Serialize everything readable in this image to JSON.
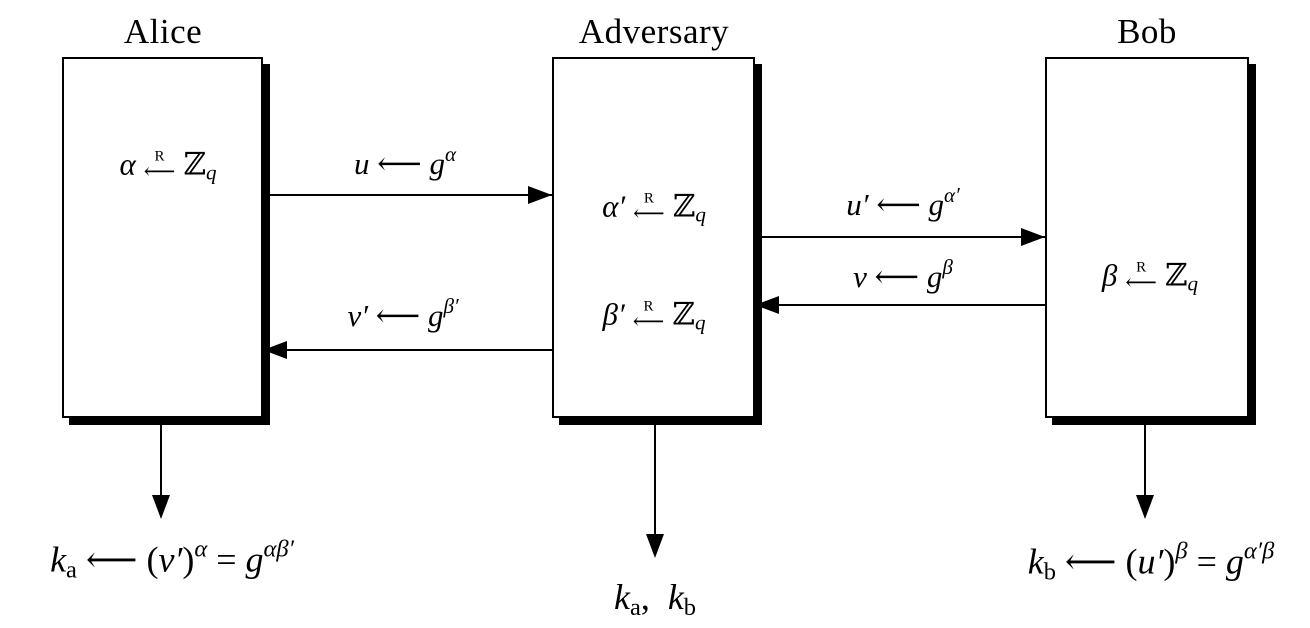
{
  "colors": {
    "ink": "#000000",
    "background": "#ffffff"
  },
  "boxes": {
    "alice": {
      "title": "Alice",
      "line1": [
        {
          "s": "i",
          "t": "α"
        },
        {
          "s": "rnd",
          "r": "R",
          "a": "⟵"
        },
        {
          "s": "bb",
          "t": "ℤ"
        },
        {
          "s": "sub",
          "t": "q"
        }
      ]
    },
    "adversary": {
      "title": "Adversary",
      "line1": [
        {
          "s": "i",
          "t": "α′"
        },
        {
          "s": "rnd",
          "r": "R",
          "a": "⟵"
        },
        {
          "s": "bb",
          "t": "ℤ"
        },
        {
          "s": "sub",
          "t": "q"
        }
      ],
      "line2": [
        {
          "s": "i",
          "t": "β′"
        },
        {
          "s": "rnd",
          "r": "R",
          "a": "⟵"
        },
        {
          "s": "bb",
          "t": "ℤ"
        },
        {
          "s": "sub",
          "t": "q"
        }
      ]
    },
    "bob": {
      "title": "Bob",
      "line1": [
        {
          "s": "i",
          "t": "β"
        },
        {
          "s": "rnd",
          "r": "R",
          "a": "⟵"
        },
        {
          "s": "bb",
          "t": "ℤ"
        },
        {
          "s": "sub",
          "t": "q"
        }
      ]
    }
  },
  "messages": {
    "alice_to_adversary": {
      "direction": "right",
      "label": [
        {
          "s": "i",
          "t": "u"
        },
        {
          "s": "n",
          "t": " ⟵ "
        },
        {
          "s": "i",
          "t": "g"
        },
        {
          "s": "sup",
          "t": "α"
        }
      ]
    },
    "adversary_to_alice": {
      "direction": "left",
      "label": [
        {
          "s": "i",
          "t": "v′"
        },
        {
          "s": "n",
          "t": " ⟵ "
        },
        {
          "s": "i",
          "t": "g"
        },
        {
          "s": "sup",
          "t": "β′"
        }
      ]
    },
    "adversary_to_bob": {
      "direction": "right",
      "label": [
        {
          "s": "i",
          "t": "u′"
        },
        {
          "s": "n",
          "t": " ⟵ "
        },
        {
          "s": "i",
          "t": "g"
        },
        {
          "s": "sup",
          "t": "α′"
        }
      ]
    },
    "bob_to_adversary": {
      "direction": "left",
      "label": [
        {
          "s": "i",
          "t": "v"
        },
        {
          "s": "n",
          "t": " ⟵ "
        },
        {
          "s": "i",
          "t": "g"
        },
        {
          "s": "sup",
          "t": "β"
        }
      ]
    }
  },
  "outputs": {
    "alice": [
      {
        "s": "i",
        "t": "k"
      },
      {
        "s": "suba",
        "t": "a"
      },
      {
        "s": "n",
        "t": " ⟵ ("
      },
      {
        "s": "i",
        "t": "v′"
      },
      {
        "s": "n",
        "t": ")"
      },
      {
        "s": "sup",
        "t": "α"
      },
      {
        "s": "n",
        "t": " = "
      },
      {
        "s": "i",
        "t": "g"
      },
      {
        "s": "sup",
        "t": "αβ′"
      }
    ],
    "adversary": [
      {
        "s": "i",
        "t": "k"
      },
      {
        "s": "suba",
        "t": "a"
      },
      {
        "s": "n",
        "t": ", "
      },
      {
        "s": "i",
        "t": "k"
      },
      {
        "s": "suba",
        "t": "b"
      }
    ],
    "bob": [
      {
        "s": "i",
        "t": "k"
      },
      {
        "s": "suba",
        "t": "b"
      },
      {
        "s": "n",
        "t": " ⟵ ("
      },
      {
        "s": "i",
        "t": "u′"
      },
      {
        "s": "n",
        "t": ")"
      },
      {
        "s": "sup",
        "t": "β"
      },
      {
        "s": "n",
        "t": " = "
      },
      {
        "s": "i",
        "t": "g"
      },
      {
        "s": "sup",
        "t": "α′β"
      }
    ]
  }
}
